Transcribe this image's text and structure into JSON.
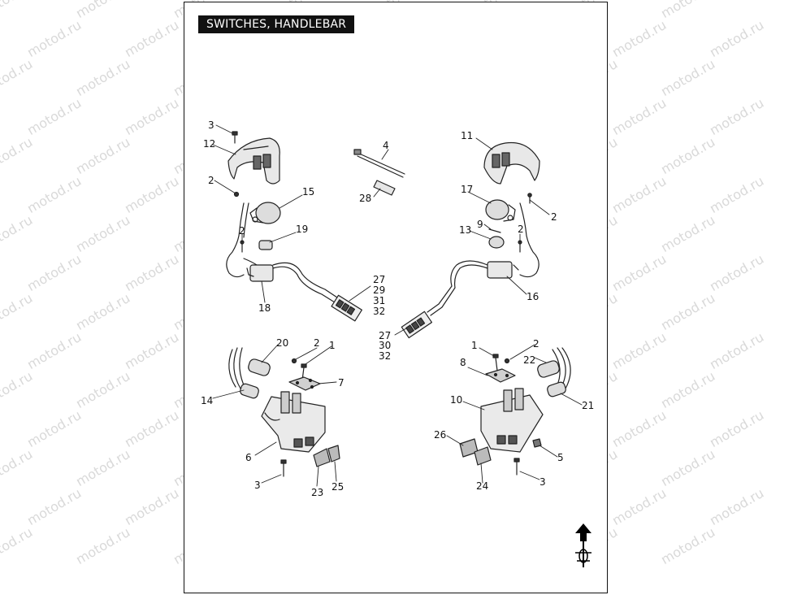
{
  "title": "SWITCHES, HANDLEBAR",
  "watermark_text": "motod.ru",
  "callouts": {
    "c3_top": "3",
    "c12": "12",
    "c2_left_top": "2",
    "c15": "15",
    "c2_left_mid": "2",
    "c19": "19",
    "c18": "18",
    "c4": "4",
    "c28": "28",
    "c27_a": "27",
    "c29": "29",
    "c31": "31",
    "c32_a": "32",
    "c11": "11",
    "c17": "17",
    "c2_right_top": "2",
    "c9": "9",
    "c13": "13",
    "c2_right_mid": "2",
    "c16": "16",
    "c27_b": "27",
    "c30": "30",
    "c32_b": "32",
    "c20": "20",
    "c2_lower_left": "2",
    "c1_left": "1",
    "c7": "7",
    "c14": "14",
    "c6": "6",
    "c3_lower_left": "3",
    "c23": "23",
    "c25": "25",
    "c1_right": "1",
    "c2_lower_right": "2",
    "c8": "8",
    "c22": "22",
    "c10": "10",
    "c21": "21",
    "c26": "26",
    "c5": "5",
    "c24": "24",
    "c3_lower_right": "3"
  },
  "icons": {
    "front": "front-direction-arrow-icon"
  }
}
